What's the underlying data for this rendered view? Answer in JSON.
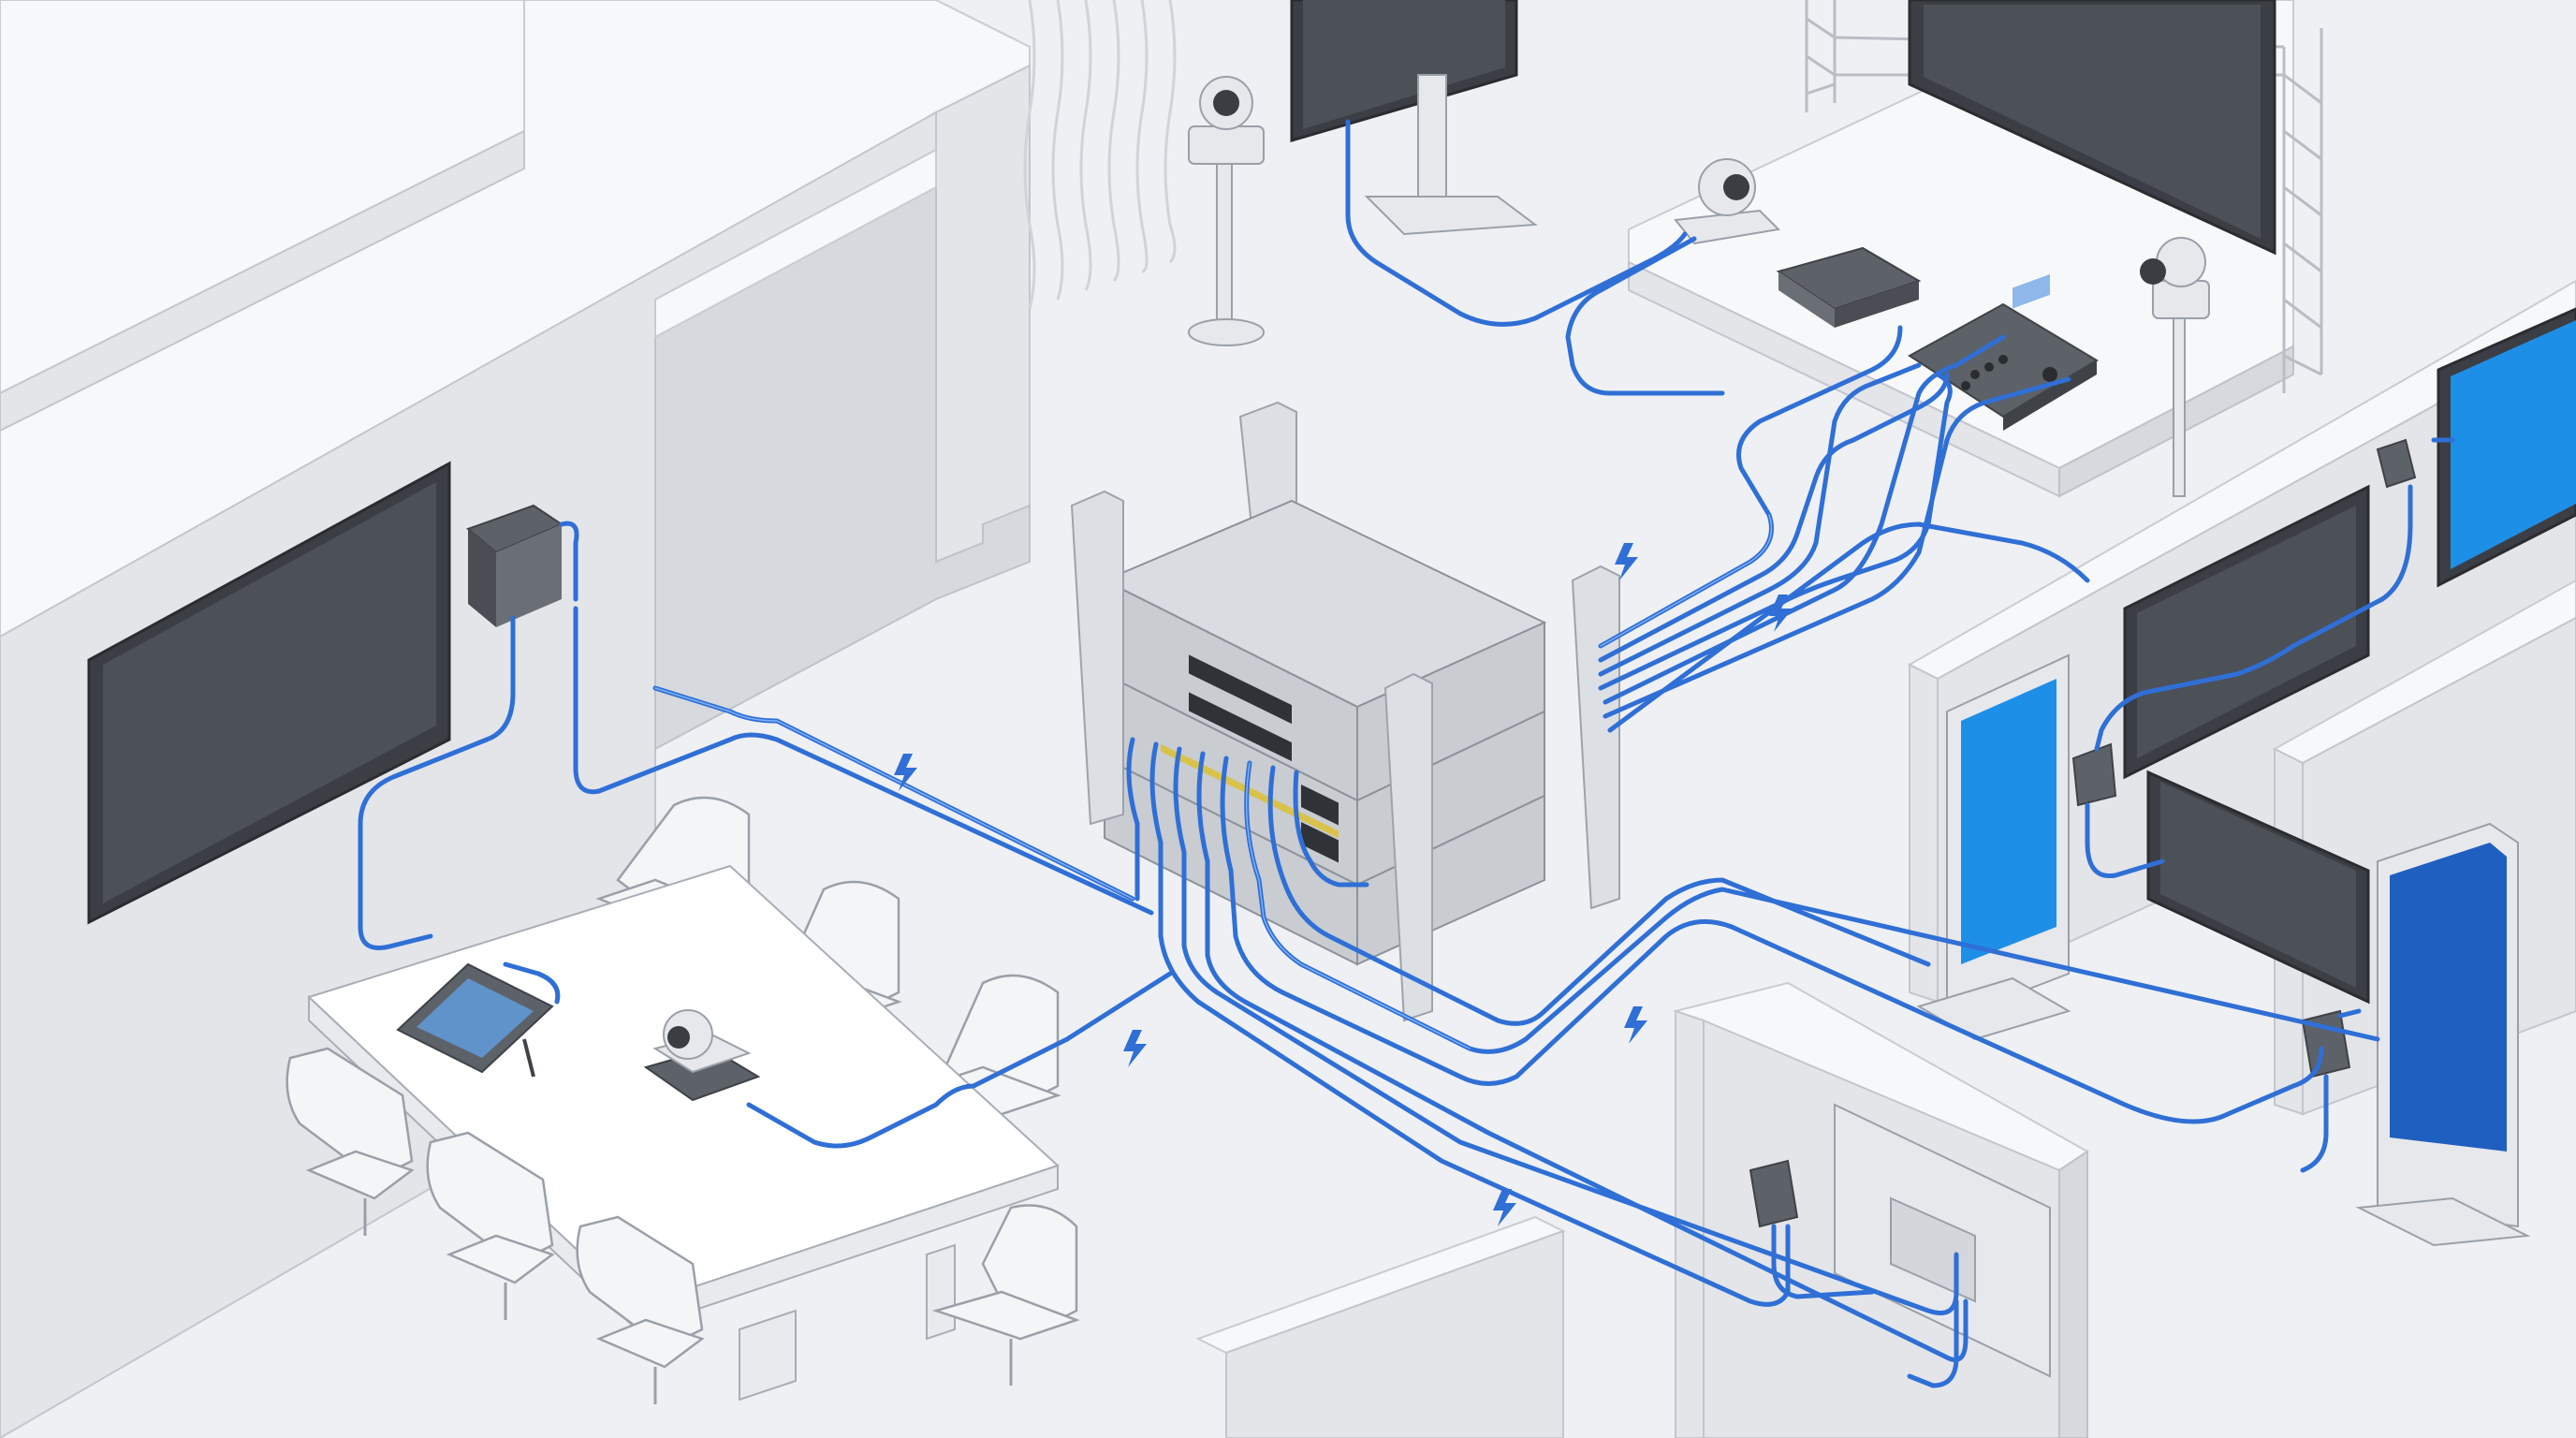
{
  "diagram": {
    "description_visible_text": "",
    "colors": {
      "cable": "#2f6fd6",
      "background": "#eef0f3",
      "wall": "#e3e5e9",
      "screen_blue": "#1e8fe6",
      "screen_navy": "#1f5fbf",
      "device_dark": "#5d6168"
    },
    "icons": {
      "poe": "lightning-bolt-icon",
      "camera": "ptz-camera-icon",
      "switch": "network-switch-icon",
      "display": "display-icon",
      "touch_panel": "touch-panel-icon",
      "encoder": "av-encoder-icon",
      "controller": "camera-controller-icon"
    },
    "zones": [
      "conference-room",
      "broadcast-studio",
      "digital-signage-area",
      "wall-plate-office",
      "network-rack"
    ]
  }
}
